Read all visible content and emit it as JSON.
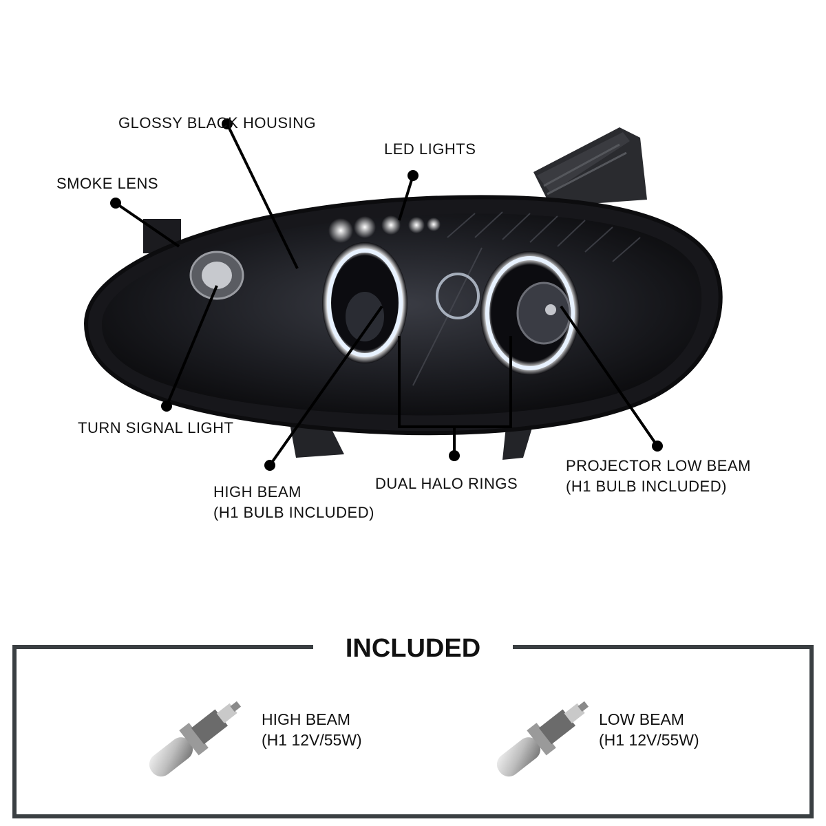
{
  "callouts": {
    "glossy_black_housing": "GLOSSY BLACK HOUSING",
    "led_lights": "LED LIGHTS",
    "smoke_lens": "SMOKE LENS",
    "turn_signal_light": "TURN SIGNAL LIGHT",
    "high_beam_line1": "HIGH BEAM",
    "high_beam_line2": "(H1 BULB INCLUDED)",
    "dual_halo_rings": "DUAL HALO RINGS",
    "projector_low_beam_line1": "PROJECTOR LOW BEAM",
    "projector_low_beam_line2": "(H1 BULB INCLUDED)"
  },
  "included": {
    "title": "INCLUDED",
    "items": [
      {
        "line1": "HIGH BEAM",
        "line2": "(H1 12V/55W)"
      },
      {
        "line1": "LOW BEAM",
        "line2": "(H1 12V/55W)"
      }
    ]
  },
  "colors": {
    "housing": "#141418",
    "halo": "#e8f2ff",
    "box_border": "#3a3f42",
    "text": "#111111"
  }
}
